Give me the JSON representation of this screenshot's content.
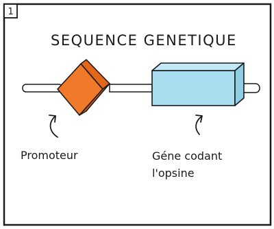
{
  "panel": {
    "number": "1",
    "title": "SEQUENCE GENETIQUE"
  },
  "labels": {
    "promoter": "Promoteur",
    "gene_line1": "Géne codant",
    "gene_line2": "l'opsine"
  },
  "colors": {
    "promoter_fill": "#f07a2a",
    "gene_fill": "#a8def0",
    "dna_fill": "#ffffff",
    "outline": "#1a1a1a"
  }
}
